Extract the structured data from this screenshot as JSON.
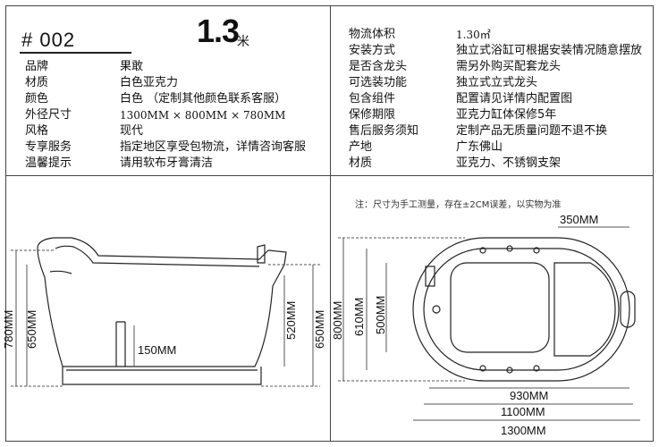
{
  "header": {
    "model": "# 002",
    "size_value": "1.3",
    "size_unit": "米"
  },
  "left_specs": [
    {
      "label": "品牌",
      "value": "果敢"
    },
    {
      "label": "材质",
      "value": "白色亚克力"
    },
    {
      "label": "颜色",
      "value": "白色 （定制其他颜色联系客服）"
    },
    {
      "label": "外径尺寸",
      "value": "1300MM × 800MM × 780MM"
    },
    {
      "label": "风格",
      "value": "现代"
    },
    {
      "label": "专享服务",
      "value": "指定地区享受包物流，详情咨询客服"
    },
    {
      "label": "温馨提示",
      "value": "请用软布牙膏清洁"
    }
  ],
  "right_specs": [
    {
      "label": "物流体积",
      "value": "1.30㎡"
    },
    {
      "label": "安装方式",
      "value": "独立式浴缸可根据安装情况随意摆放"
    },
    {
      "label": "是否含龙头",
      "value": "需另外购买配套龙头"
    },
    {
      "label": "可选装功能",
      "value": "独立式立式龙头"
    },
    {
      "label": "包含组件",
      "value": "配置请见详情内配置图"
    },
    {
      "label": "保修期限",
      "value": "亚克力缸体保修5年"
    },
    {
      "label": "售后服务须知",
      "value": "定制产品无质量问题不退不换"
    },
    {
      "label": "产地",
      "value": "广东佛山"
    },
    {
      "label": "材质",
      "value": "亚克力、不锈钢支架"
    }
  ],
  "side_view": {
    "dim_total_height": "780MM",
    "dim_rim_height": "650MM",
    "dim_inner_depth": "520MM",
    "dim_right_height": "650MM",
    "dim_leg_height": "150MM"
  },
  "top_view": {
    "note": "注：尺寸为手工测量，存在±2CM误差，以实物为准",
    "dim_width": "800MM",
    "dim_inner_width": "610MM",
    "dim_basin_width": "500MM",
    "dim_seat": "350MM",
    "dim_basin_length": "930MM",
    "dim_inner_length": "1100MM",
    "dim_total_length": "1300MM"
  }
}
